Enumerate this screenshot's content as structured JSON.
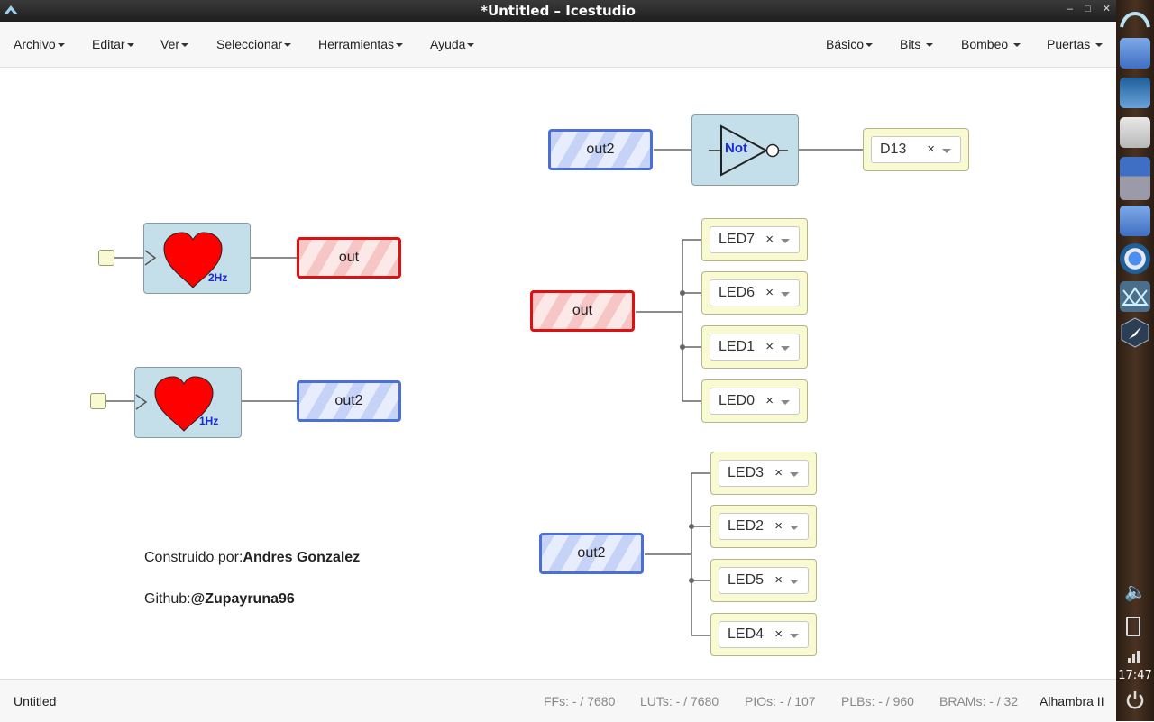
{
  "window": {
    "title": "*Untitled – Icestudio"
  },
  "menus_left": [
    "Archivo",
    "Editar",
    "Ver",
    "Seleccionar",
    "Herramientas",
    "Ayuda"
  ],
  "menus_right": [
    "Básico",
    "Bits",
    "Bombeo",
    "Puertas"
  ],
  "canvas": {
    "heartbeats": [
      {
        "freq": "2Hz",
        "output_label": "out",
        "output_color": "red"
      },
      {
        "freq": "1Hz",
        "output_label": "out2",
        "output_color": "blue"
      }
    ],
    "not_group": {
      "input_label": "out2",
      "gate_label": "Not",
      "output_pin": "D13"
    },
    "out_group": {
      "label": "out",
      "pins": [
        "LED7",
        "LED6",
        "LED1",
        "LED0"
      ]
    },
    "out2_group": {
      "label": "out2",
      "pins": [
        "LED3",
        "LED2",
        "LED5",
        "LED4"
      ]
    },
    "pin_clear_symbol": "×",
    "credits": {
      "built_prefix": "Construido por:",
      "built_name": "Andres Gonzalez",
      "github_prefix": "Github:",
      "github_user": "@Zupayruna96"
    }
  },
  "statusbar": {
    "file": "Untitled",
    "ffs": "FFs:  - / 7680",
    "luts": "LUTs:  - / 7680",
    "pios": "PIOs:  - / 107",
    "plbs": "PLBs:  - / 960",
    "brams": "BRAMs:  - / 32",
    "board": "Alhambra II"
  },
  "dock": {
    "clock": "17:47"
  },
  "colors": {
    "red_border": "#e01010",
    "blue_border": "#4a6fd8",
    "block_bg": "#c4dfe9",
    "pin_bg": "#fafad2"
  }
}
